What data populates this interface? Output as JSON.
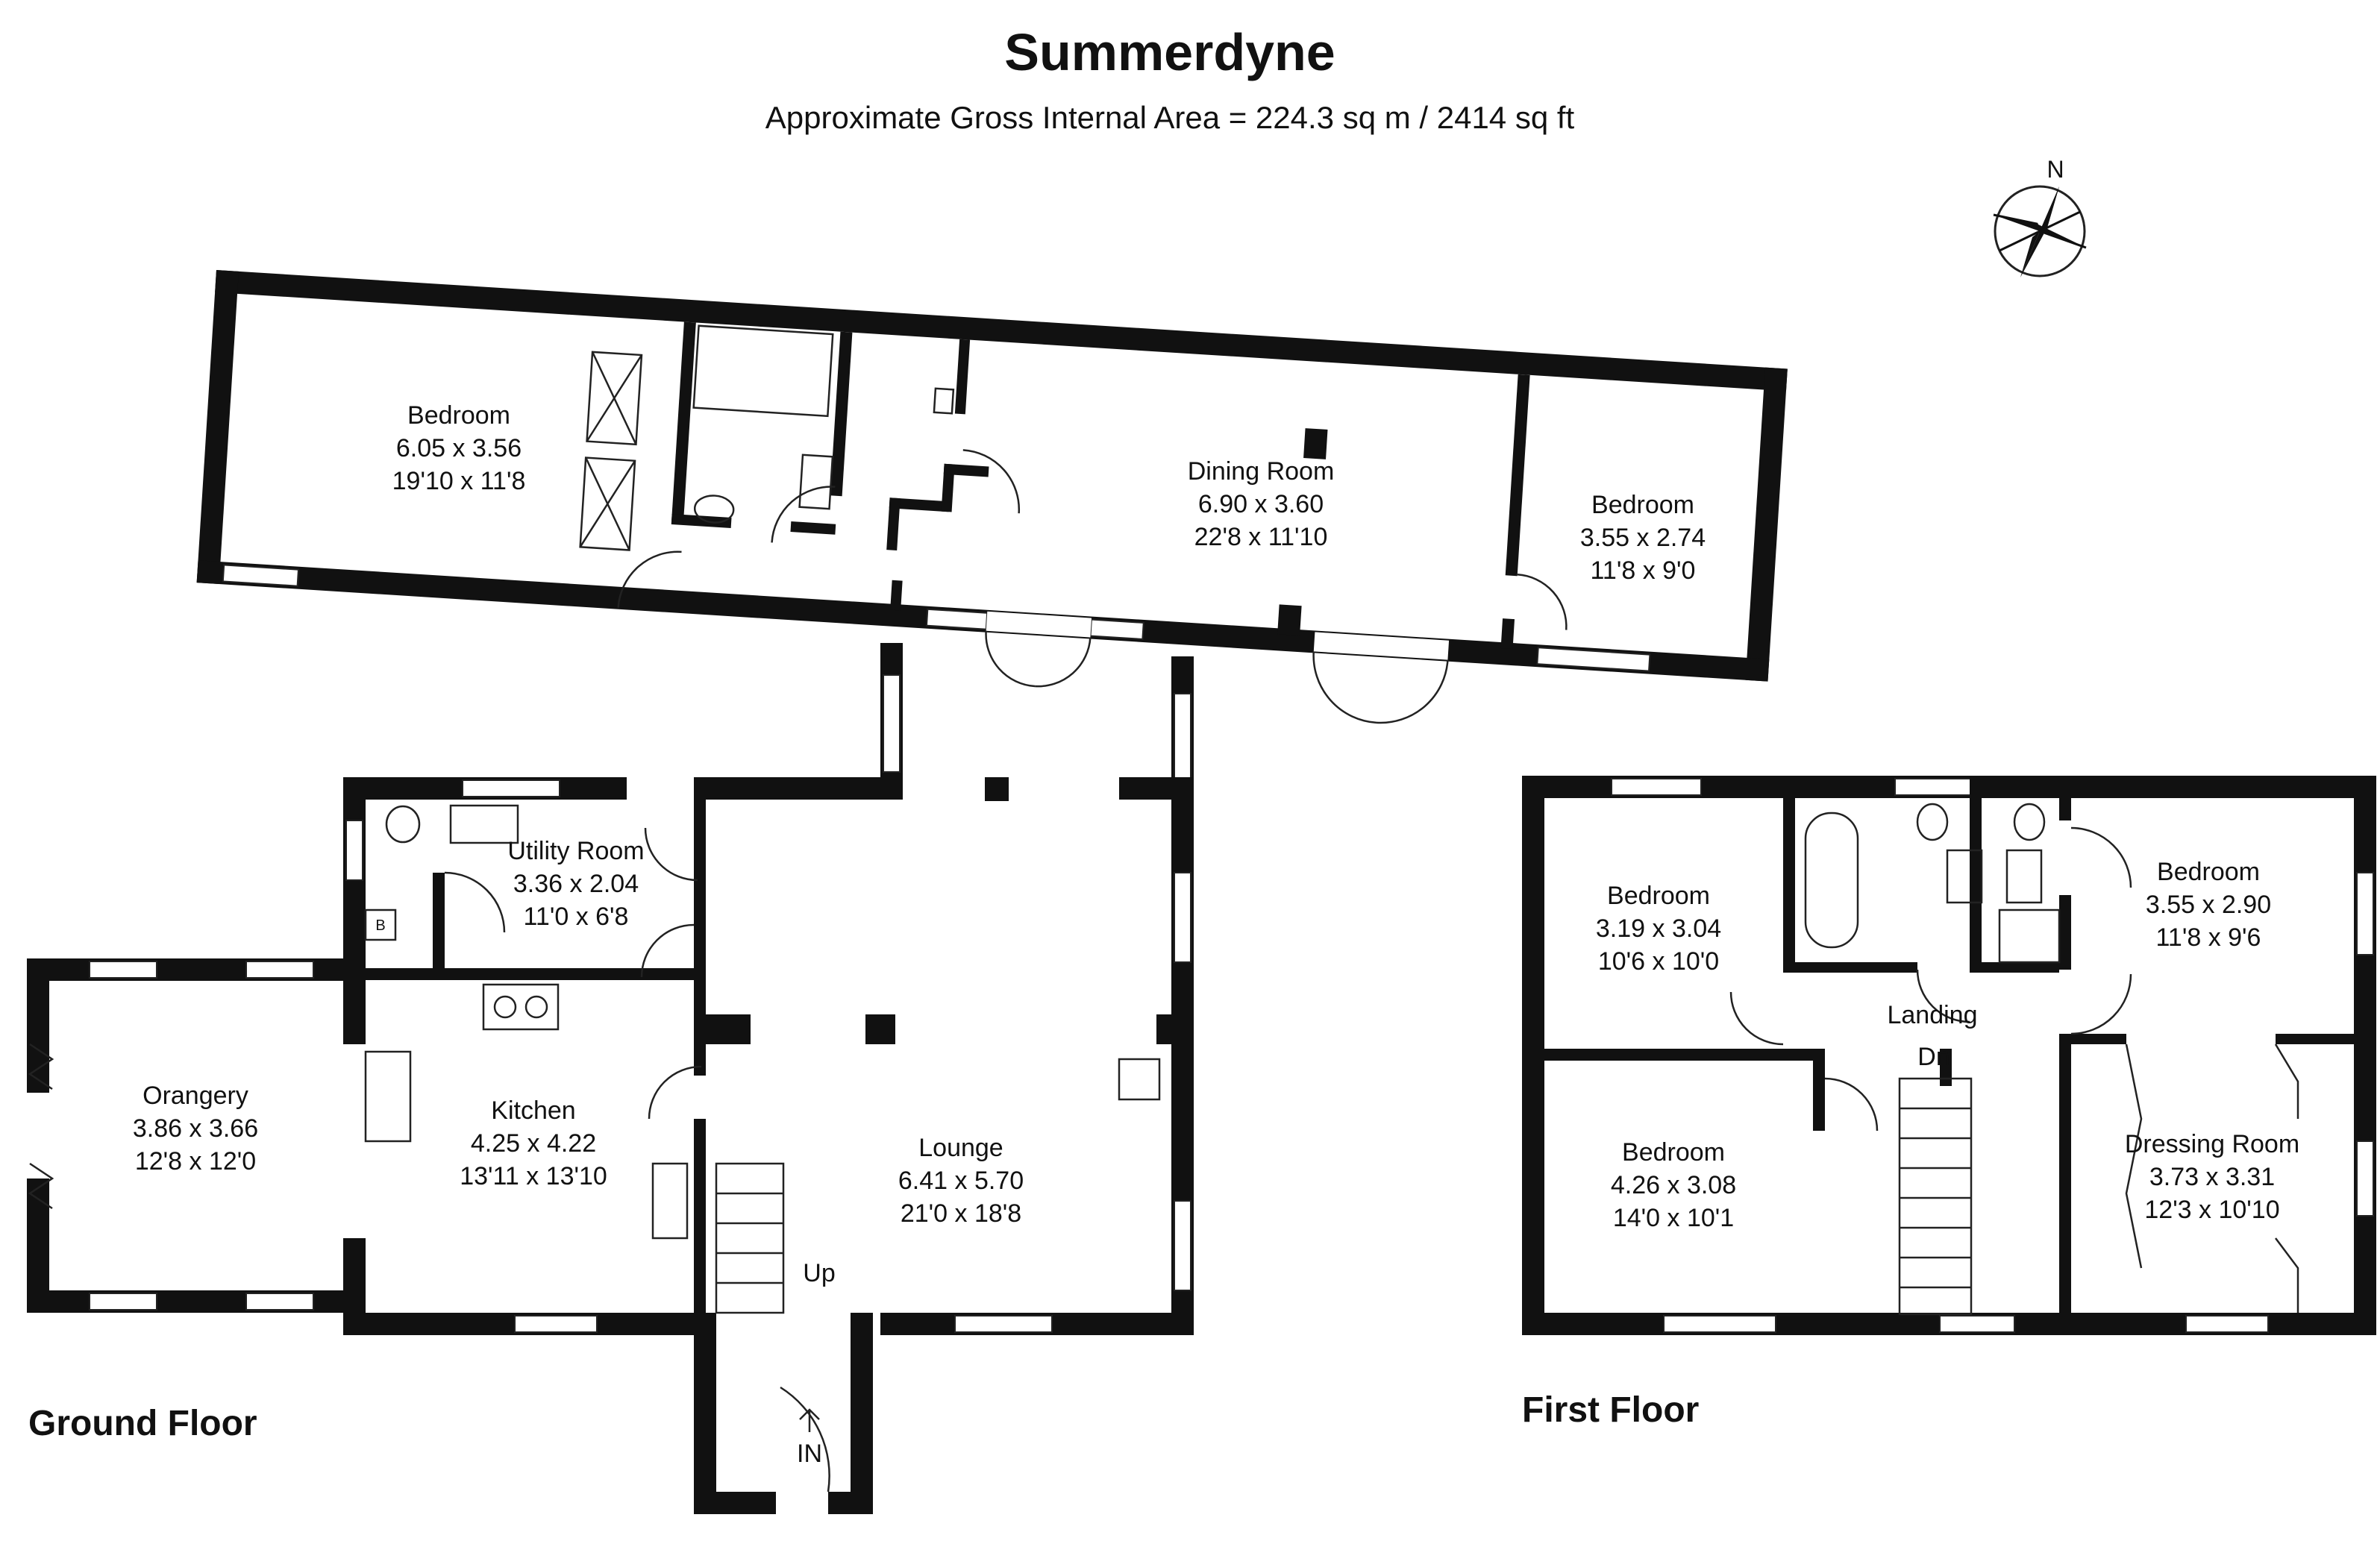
{
  "header": {
    "title": "Summerdyne",
    "subtitle": "Approximate Gross Internal Area = 224.3 sq m / 2414 sq ft"
  },
  "compass": {
    "label": "N",
    "icon": "compass-rose-icon"
  },
  "floors": {
    "ground": {
      "label": "Ground Floor"
    },
    "first": {
      "label": "First Floor"
    }
  },
  "ground_rooms": {
    "bedroom_large": {
      "name": "Bedroom",
      "metric": "6.05 x 3.56",
      "imperial": "19'10 x 11'8"
    },
    "dining": {
      "name": "Dining Room",
      "metric": "6.90 x 3.60",
      "imperial": "22'8 x 11'10"
    },
    "bedroom_small": {
      "name": "Bedroom",
      "metric": "3.55 x 2.74",
      "imperial": "11'8 x 9'0"
    },
    "utility": {
      "name": "Utility Room",
      "metric": "3.36 x 2.04",
      "imperial": "11'0 x 6'8"
    },
    "orangery": {
      "name": "Orangery",
      "metric": "3.86 x 3.66",
      "imperial": "12'8 x 12'0"
    },
    "kitchen": {
      "name": "Kitchen",
      "metric": "4.25 x 4.22",
      "imperial": "13'11 x 13'10"
    },
    "lounge": {
      "name": "Lounge",
      "metric": "6.41 x 5.70",
      "imperial": "21'0 x 18'8"
    }
  },
  "first_rooms": {
    "bedroom_left": {
      "name": "Bedroom",
      "metric": "3.19 x 3.04",
      "imperial": "10'6 x 10'0"
    },
    "bedroom_right": {
      "name": "Bedroom",
      "metric": "3.55 x 2.90",
      "imperial": "11'8 x 9'6"
    },
    "landing": {
      "name": "Landing"
    },
    "bedroom_bottom": {
      "name": "Bedroom",
      "metric": "4.26 x 3.08",
      "imperial": "14'0 x 10'1"
    },
    "dressing": {
      "name": "Dressing Room",
      "metric": "3.73 x 3.31",
      "imperial": "12'3 x 10'10"
    }
  },
  "labels": {
    "up": "Up",
    "down": "Dn",
    "entrance": "IN",
    "boiler": "B"
  }
}
